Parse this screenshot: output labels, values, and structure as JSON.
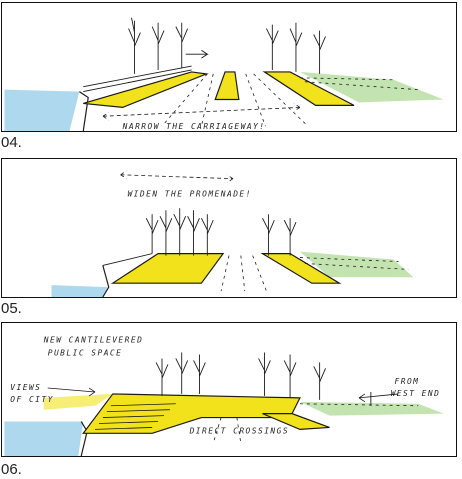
{
  "panels": [
    {
      "number": "04.",
      "note": "NARROW THE CARRIAGEWAY!"
    },
    {
      "number": "05.",
      "note": "WIDEN THE PROMENADE!"
    },
    {
      "number": "06.",
      "note_top_line1": "NEW CANTILEVERED",
      "note_top_line2": "PUBLIC SPACE",
      "note_left_line1": "VIEWS",
      "note_left_line2": "OF CITY",
      "note_right_line1": "FROM",
      "note_right_line2": "WEST END",
      "note_bottom": "DIRECT CROSSINGS"
    }
  ],
  "colors": {
    "highlight": "#f2e21b",
    "water": "#9fd1ea",
    "grass": "#b9dfa3",
    "ink": "#1a1a1a"
  }
}
